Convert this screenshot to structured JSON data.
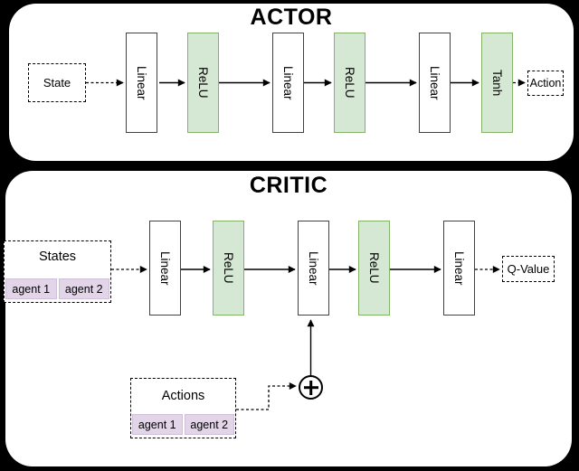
{
  "colors": {
    "background": "#000000",
    "panel_fill": "#ffffff",
    "linear_fill": "#ffffff",
    "linear_border": "#424242",
    "activation_fill": "#d5e8d4",
    "activation_border": "#82b366",
    "agent_cell_fill": "#e1d5e7",
    "line_color": "#000000"
  },
  "actor": {
    "title": "ACTOR",
    "input": {
      "label": "State"
    },
    "layers": [
      {
        "label": "Linear",
        "type": "linear"
      },
      {
        "label": "ReLU",
        "type": "activation"
      },
      {
        "label": "Linear",
        "type": "linear"
      },
      {
        "label": "ReLU",
        "type": "activation"
      },
      {
        "label": "Linear",
        "type": "linear"
      },
      {
        "label": "Tanh",
        "type": "activation"
      }
    ],
    "output": {
      "label": "Action"
    }
  },
  "critic": {
    "title": "CRITIC",
    "states_input": {
      "label": "States",
      "cells": [
        "agent 1",
        "agent 2"
      ]
    },
    "actions_input": {
      "label": "Actions",
      "cells": [
        "agent 1",
        "agent 2"
      ]
    },
    "layers": [
      {
        "label": "Linear",
        "type": "linear"
      },
      {
        "label": "ReLU",
        "type": "activation"
      },
      {
        "label": "Linear",
        "type": "linear"
      },
      {
        "label": "ReLU",
        "type": "activation"
      },
      {
        "label": "Linear",
        "type": "linear"
      }
    ],
    "combiner": {
      "icon": "circled-plus",
      "meaning": "concatenate"
    },
    "output": {
      "label": "Q-Value"
    }
  }
}
